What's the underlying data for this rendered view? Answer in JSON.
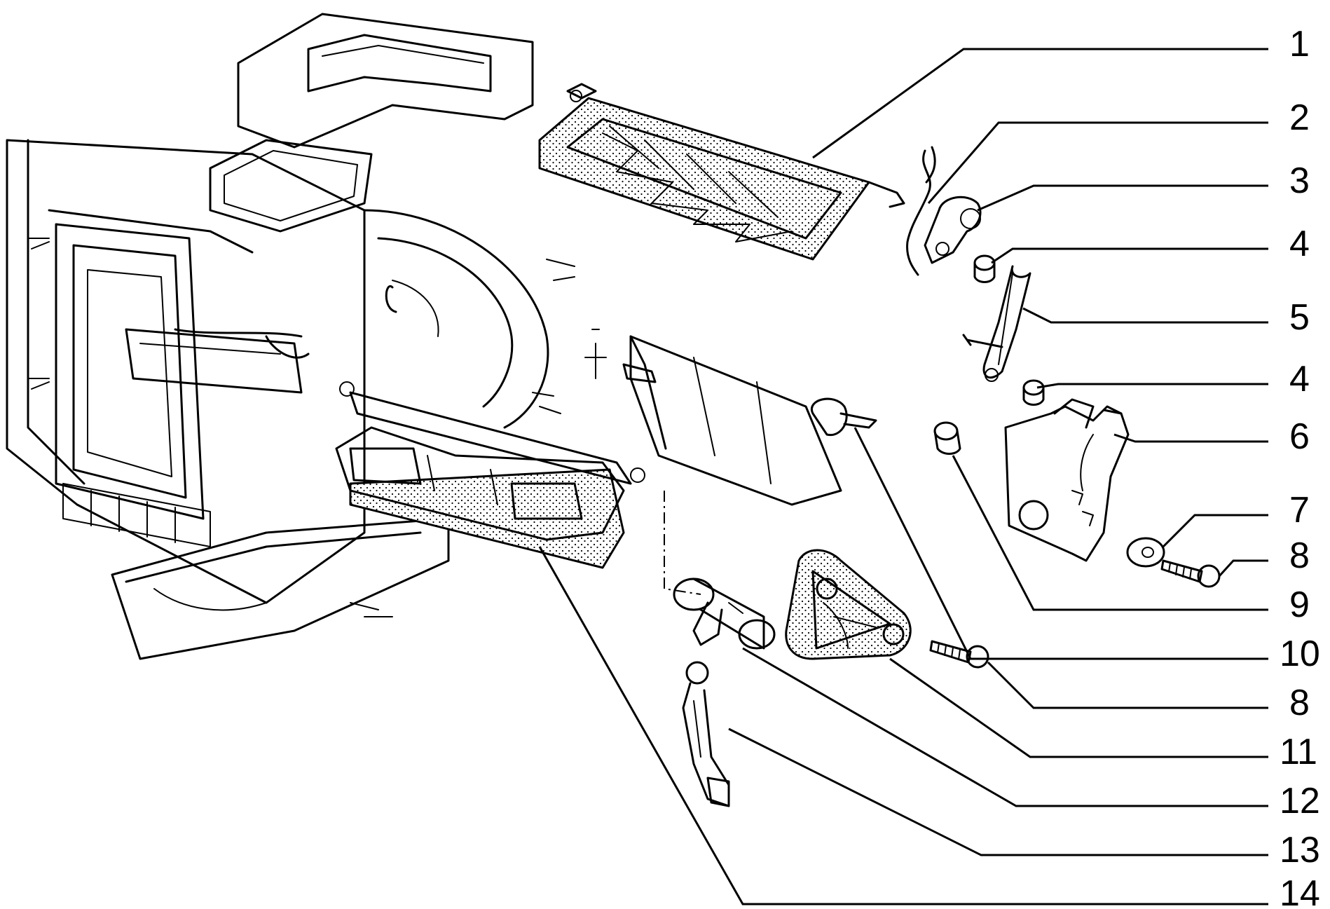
{
  "callouts": [
    "1",
    "2",
    "3",
    "4",
    "5",
    "4",
    "6",
    "7",
    "8",
    "9",
    "10",
    "8",
    "11",
    "12",
    "13",
    "14"
  ],
  "colors": {
    "ink": "#000000",
    "background": "#ffffff"
  }
}
